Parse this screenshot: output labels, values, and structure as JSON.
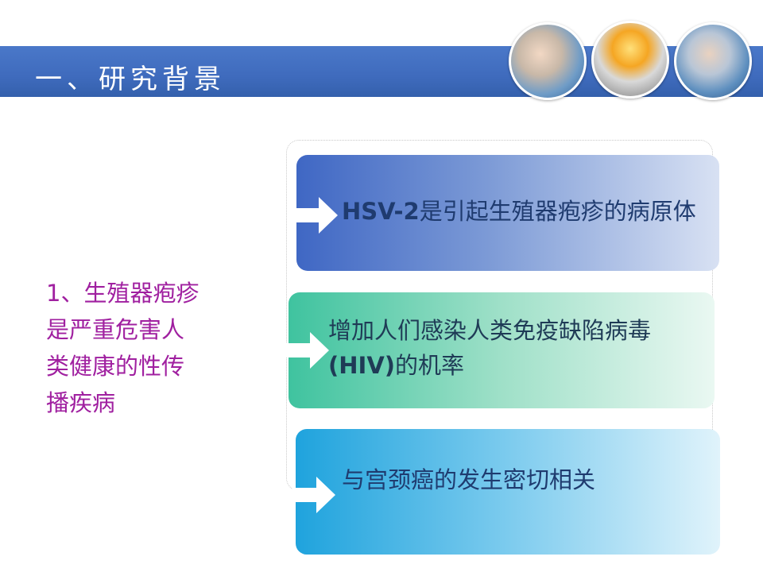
{
  "header": {
    "title": "一、研究背景"
  },
  "side_heading": "1、生殖器疱疹是严重危害人类健康的性传播疾病",
  "boxes": [
    {
      "prefix": "HSV-2",
      "text": "是引起生殖器疱疹的病原体"
    },
    {
      "text_a": "增加人们感染人类免疫缺陷病毒 ",
      "bold": "(HIV)",
      "text_b": "的机率"
    },
    {
      "text": "与宫颈癌的发生密切相关"
    }
  ],
  "colors": {
    "header": "#3f6bbd",
    "side_text": "#a020a0",
    "box1": "#3f67c4",
    "box2": "#3fc39f",
    "box3": "#1fa3dd"
  }
}
